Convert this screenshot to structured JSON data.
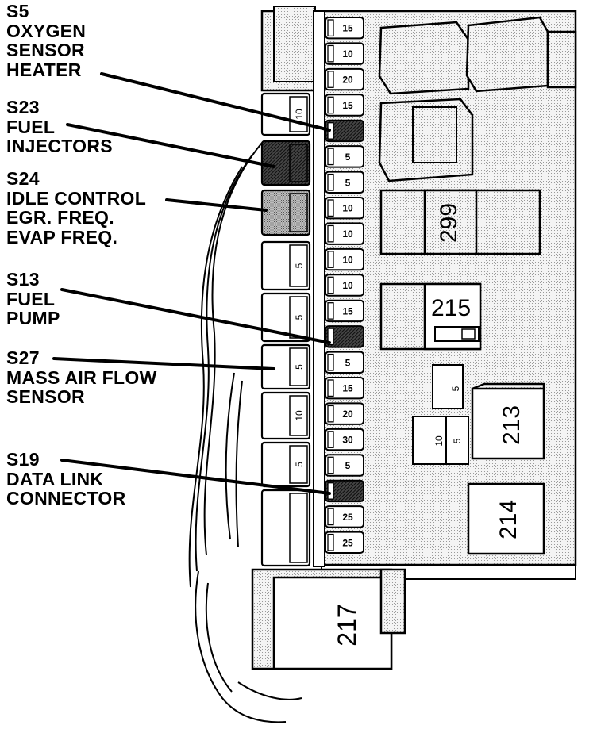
{
  "callouts": [
    {
      "code": "S5",
      "lines": [
        "OXYGEN",
        "SENSOR",
        "HEATER"
      ]
    },
    {
      "code": "S23",
      "lines": [
        "FUEL",
        "INJECTORS"
      ]
    },
    {
      "code": "S24",
      "lines": [
        "IDLE CONTROL",
        "EGR. FREQ.",
        "EVAP FREQ."
      ]
    },
    {
      "code": "S13",
      "lines": [
        "FUEL",
        "PUMP"
      ]
    },
    {
      "code": "S27",
      "lines": [
        "MASS AIR FLOW",
        "SENSOR"
      ]
    },
    {
      "code": "S19",
      "lines": [
        "DATA LINK",
        "CONNECTOR"
      ]
    }
  ],
  "fuse_column": [
    "15",
    "10",
    "20",
    "15",
    "",
    "5",
    "5",
    "10",
    "10",
    "10",
    "10",
    "15",
    "",
    "5",
    "15",
    "20",
    "30",
    "5",
    "",
    "25",
    "25"
  ],
  "left_fuses": [
    "10",
    "5",
    "5",
    "5",
    "10",
    "5"
  ],
  "small_fuses": [
    "5",
    "10",
    "5"
  ],
  "relays": {
    "r299": "299",
    "r215": "215",
    "r213": "213",
    "r214": "214",
    "r217": "217"
  }
}
